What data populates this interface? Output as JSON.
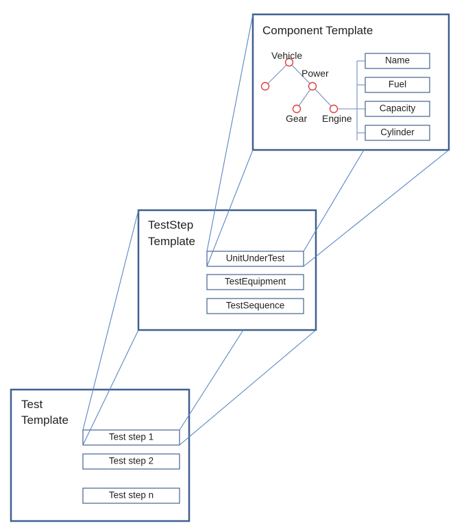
{
  "component_template": {
    "title": "Component Template",
    "tree": {
      "vehicle": "Vehicle",
      "power": "Power",
      "gear": "Gear",
      "engine": "Engine"
    },
    "fields": [
      "Name",
      "Fuel",
      "Capacity",
      "Cylinder"
    ]
  },
  "teststep_template": {
    "title_line1": "TestStep",
    "title_line2": "Template",
    "fields": [
      "UnitUnderTest",
      "TestEquipment",
      "TestSequence"
    ]
  },
  "test_template": {
    "title_line1": "Test",
    "title_line2": "Template",
    "steps": [
      "Test step 1",
      "Test step 2",
      "Test step n"
    ]
  },
  "colors": {
    "frame": "#3f5f8f",
    "connector": "#5b84c4",
    "node": "#e23b3b"
  }
}
